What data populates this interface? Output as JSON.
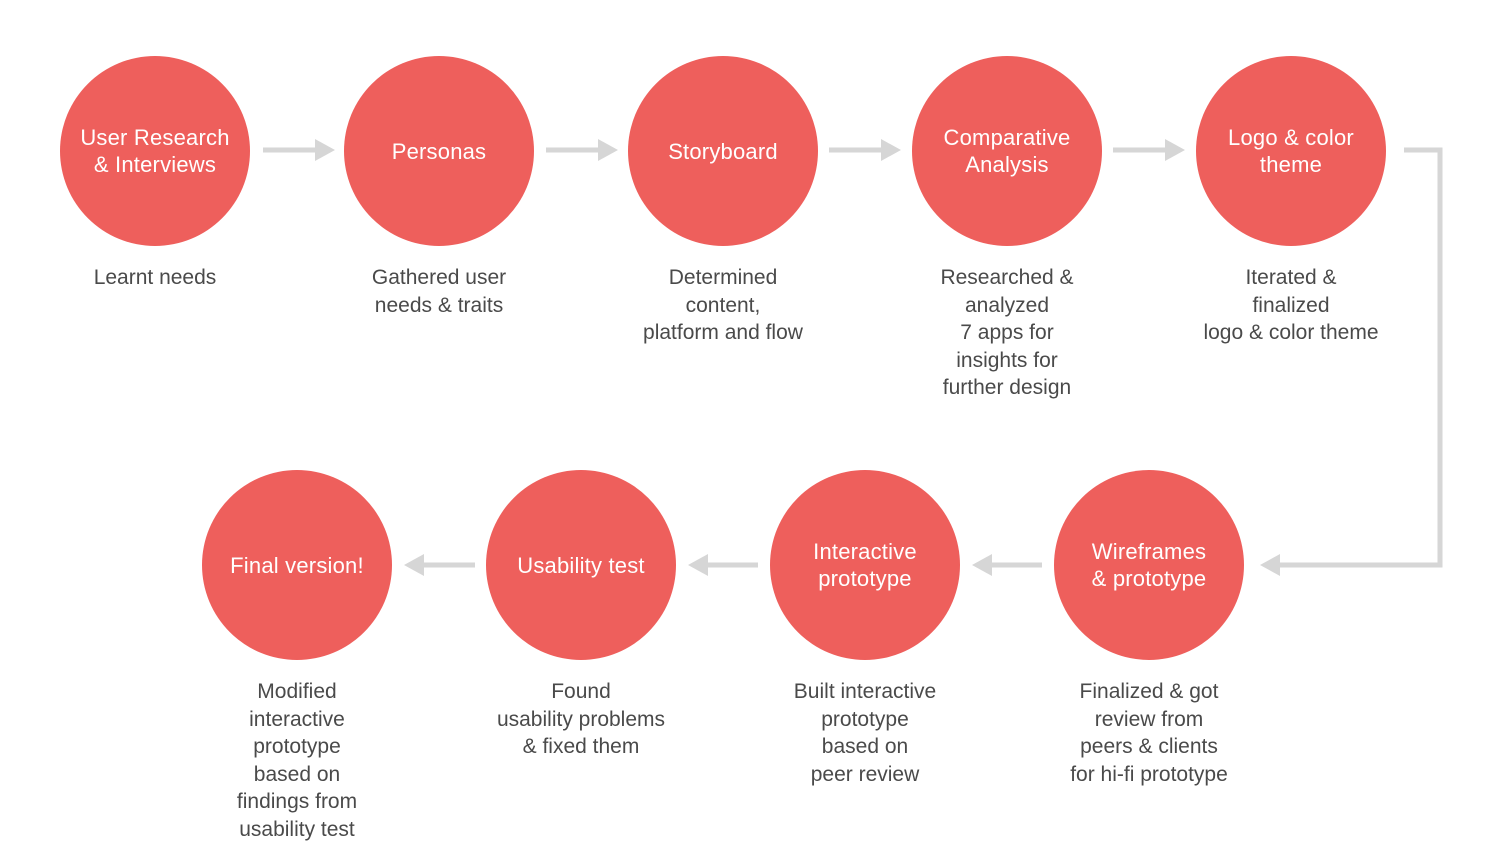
{
  "colors": {
    "circle_fill": "#ee5f5c",
    "circle_text": "#ffffff",
    "description_text": "#4a4a4a",
    "connector": "#d6d6d6"
  },
  "steps": [
    {
      "title": "User Research\n& Interviews",
      "description": "Learnt needs"
    },
    {
      "title": "Personas",
      "description": "Gathered user\nneeds & traits"
    },
    {
      "title": "Storyboard",
      "description": "Determined\ncontent,\nplatform and flow"
    },
    {
      "title": "Comparative\nAnalysis",
      "description": "Researched &\nanalyzed\n7 apps for\ninsights for\nfurther design"
    },
    {
      "title": "Logo & color\ntheme",
      "description": "Iterated &\nfinalized\nlogo & color theme"
    },
    {
      "title": "Wireframes\n& prototype",
      "description": "Finalized & got\nreview from\npeers & clients\nfor hi-fi prototype"
    },
    {
      "title": "Interactive\nprototype",
      "description": "Built interactive\nprototype\nbased on\npeer review"
    },
    {
      "title": "Usability test",
      "description": "Found\nusability problems\n& fixed them"
    },
    {
      "title": "Final version!",
      "description": "Modified\ninteractive\nprototype\nbased on\nfindings from\nusability test"
    }
  ]
}
